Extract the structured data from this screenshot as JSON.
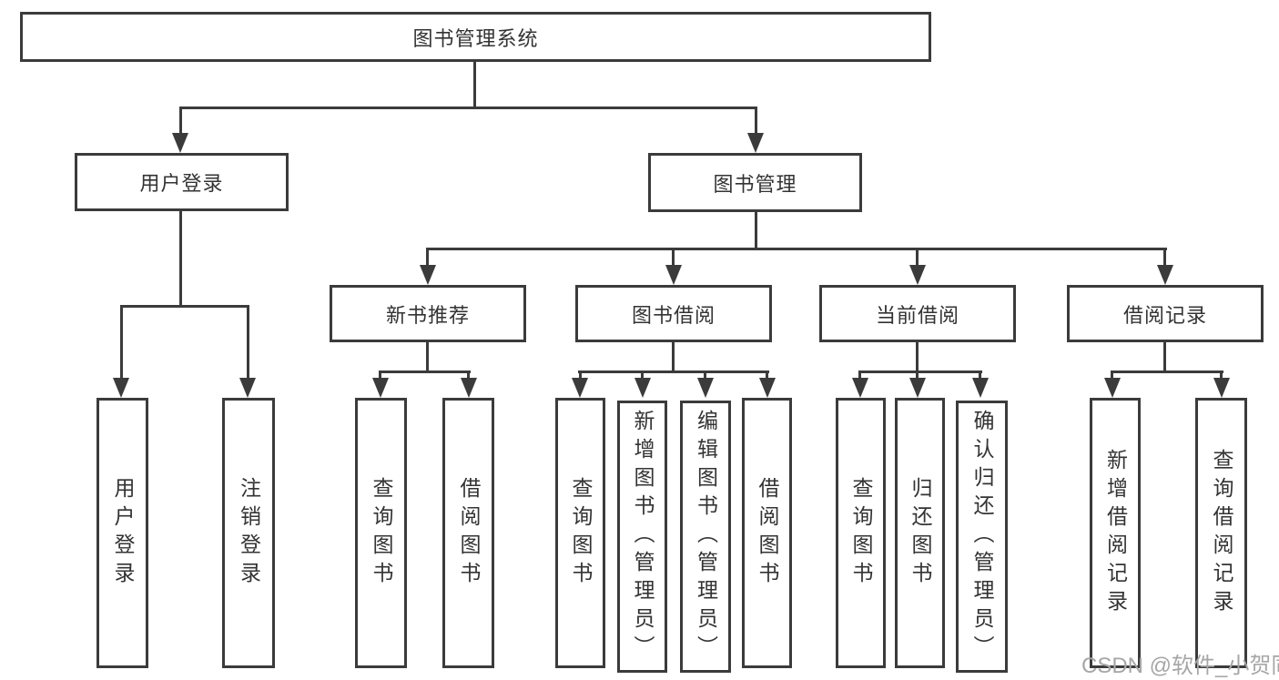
{
  "diagram": {
    "root": {
      "label": "图书管理系统"
    },
    "branches": [
      {
        "label": "用户登录",
        "children": [
          {
            "label": "用户登录"
          },
          {
            "label": "注销登录"
          }
        ]
      },
      {
        "label": "图书管理",
        "children": [
          {
            "label": "新书推荐",
            "children": [
              {
                "label": "查询图书"
              },
              {
                "label": "借阅图书"
              }
            ]
          },
          {
            "label": "图书借阅",
            "children": [
              {
                "label": "查询图书"
              },
              {
                "label": "新增图书（管理员）"
              },
              {
                "label": "编辑图书（管理员）"
              },
              {
                "label": "借阅图书"
              }
            ]
          },
          {
            "label": "当前借阅",
            "children": [
              {
                "label": "查询图书"
              },
              {
                "label": "归还图书"
              },
              {
                "label": "确认归还（管理员）"
              }
            ]
          },
          {
            "label": "借阅记录",
            "children": [
              {
                "label": "新增借阅记录"
              },
              {
                "label": "查询借阅记录"
              }
            ]
          }
        ]
      }
    ]
  },
  "watermark": {
    "text": "CSDN @软件_小贺同学"
  },
  "colors": {
    "line": "#3b3b3b",
    "text": "#333333",
    "watermark": "#a6a6a6",
    "background": "#ffffff"
  }
}
